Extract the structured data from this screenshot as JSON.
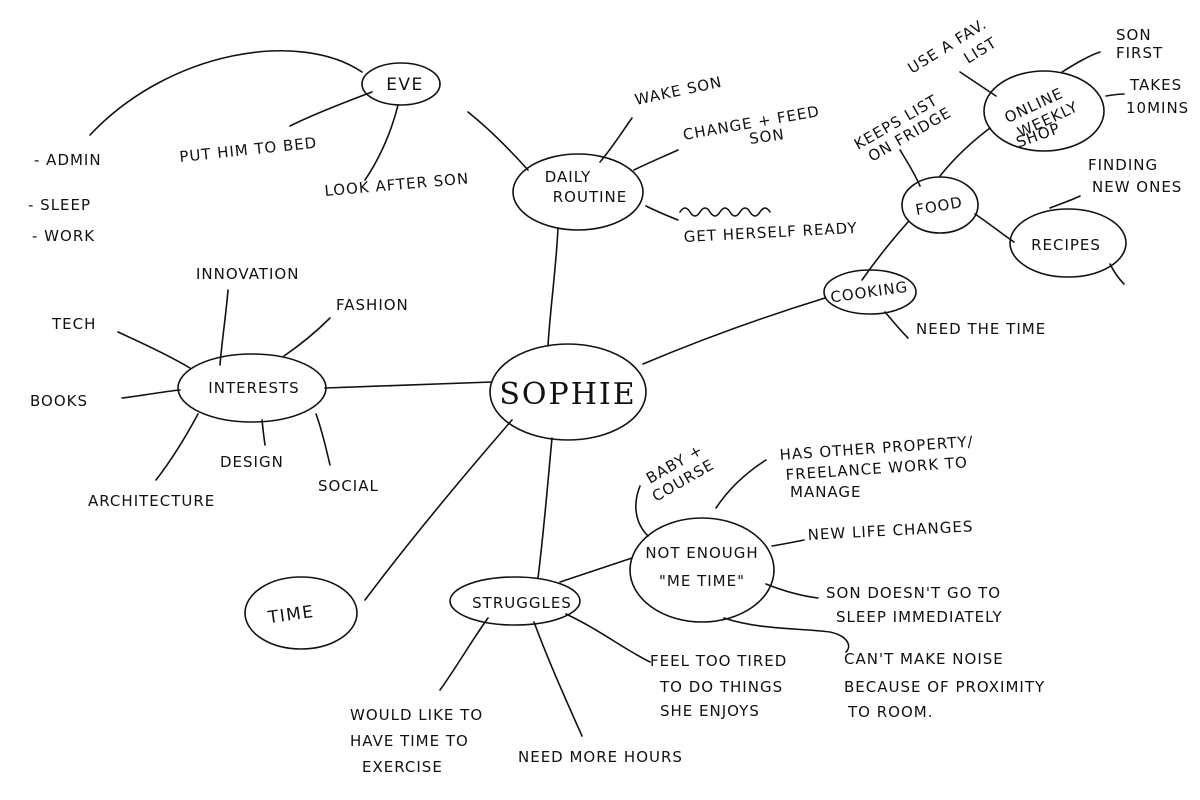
{
  "center": "Sophie",
  "eve": {
    "label": "Eve",
    "put_to_bed": "Put him to bed",
    "look_after": "Look after son",
    "admin": "- Admin",
    "sleep": "- Sleep",
    "work": "- Work"
  },
  "daily_routine": {
    "label_line1": "Daily",
    "label_line2": "Routine",
    "wake_son": "Wake son",
    "change_feed_line1": "Change + feed",
    "change_feed_line2": "son",
    "get_ready": "Get herself ready"
  },
  "interests": {
    "label": "Interests",
    "innovation": "Innovation",
    "fashion": "Fashion",
    "tech": "Tech",
    "books": "Books",
    "architecture": "Architecture",
    "design": "Design",
    "social": "Social"
  },
  "cooking": {
    "label": "Cooking",
    "need_time": "Need the time",
    "food": "Food",
    "keeps_list_line1": "Keeps list",
    "keeps_list_line2": "on fridge",
    "online_shop_line1": "Online",
    "online_shop_line2": "weekly",
    "online_shop_line3": "shop",
    "fav_list_line1": "Use a fav.",
    "fav_list_line2": "list",
    "son_first_line1": "Son",
    "son_first_line2": "first",
    "takes_line1": "Takes",
    "takes_line2": "10mins",
    "recipes": "Recipes",
    "finding_line1": "Finding",
    "finding_line2": "new ones"
  },
  "time": {
    "label": "Time"
  },
  "struggles": {
    "label": "Struggles",
    "exercise_line1": "Would like to",
    "exercise_line2": "have time to",
    "exercise_line3": "exercise",
    "more_hours": "Need more hours",
    "tired_line1": "Feel too tired",
    "tired_line2": "to do things",
    "tired_line3": "she enjoys",
    "me_time_line1": "Not enough",
    "me_time_line2": "\"Me time\"",
    "baby_course_line1": "Baby +",
    "baby_course_line2": "course",
    "property_line1": "Has other property/",
    "property_line2": "freelance work to",
    "property_line3": "manage",
    "life_changes": "New life changes",
    "son_sleep_line1": "Son doesn't go to",
    "son_sleep_line2": "sleep immediately",
    "noise_line1": "Can't make noise",
    "noise_line2": "because of proximity",
    "noise_line3": "to room."
  }
}
